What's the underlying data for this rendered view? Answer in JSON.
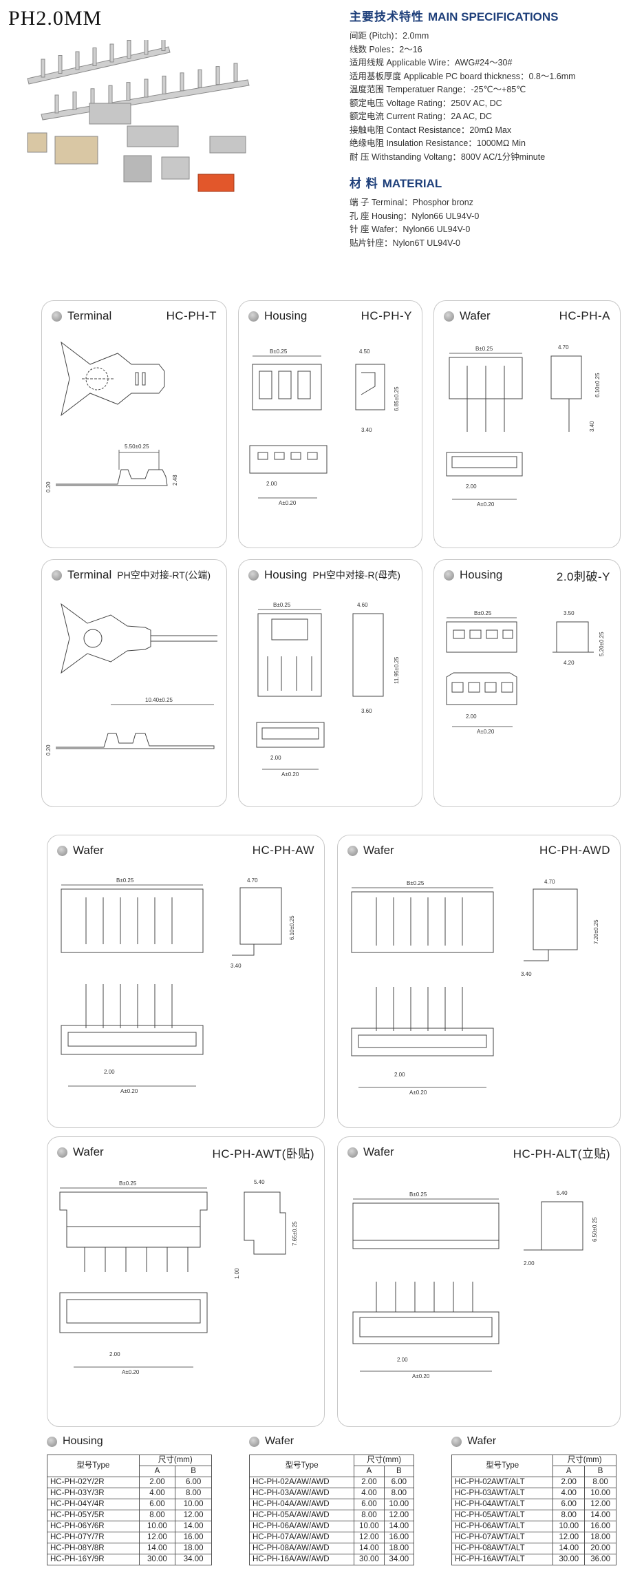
{
  "title": "PH2.0MM",
  "specs": {
    "heading_zh": "主要技术特性",
    "heading_en": "MAIN SPECIFICATIONS",
    "lines": [
      "间距 (Pitch)：2.0mm",
      "线数 Poles：2～16",
      "适用线规 Applicable Wire：AWG#24～30#",
      "适用基板厚度 Applicable PC board thickness：0.8～1.6mm",
      "温度范围 Temperatuer Range：-25℃～+85℃",
      "额定电压 Voltage Rating：250V AC, DC",
      "额定电流 Current Rating：2A AC, DC",
      "接触电阻 Contact Resistance：20mΩ  Max",
      "绝缘电阻 Insulation Resistance：1000MΩ  Min",
      "耐    压 Withstanding Voltang：800V AC/1分钟minute"
    ]
  },
  "material": {
    "heading_zh": "材    料",
    "heading_en": "MATERIAL",
    "lines": [
      "端    子 Terminal：Phosphor bronz",
      "孔    座 Housing：Nylon66  UL94V-0",
      "针    座 Wafer：Nylon66  UL94V-0",
      "贴片针座：Nylon6T  UL94V-0"
    ]
  },
  "panels": {
    "p1": {
      "name": "Terminal",
      "code": "HC-PH-T",
      "dims": [
        "5.50±0.25",
        "0.20",
        "2.48"
      ]
    },
    "p2": {
      "name": "Housing",
      "code": "HC-PH-Y",
      "dims": [
        "B±0.25",
        "4.50",
        "6.85±0.25",
        "3.40",
        "2.00",
        "A±0.20"
      ]
    },
    "p3": {
      "name": "Wafer",
      "code": "HC-PH-A",
      "dims": [
        "B±0.25",
        "4.70",
        "6.10±0.25",
        "3.40",
        "2.00",
        "A±0.20"
      ]
    },
    "p4": {
      "name": "Terminal",
      "code": "",
      "sub": "PH空中对接-RT(公端)",
      "dims": [
        "10.40±0.25",
        "0.20"
      ]
    },
    "p5": {
      "name": "Housing",
      "code": "",
      "sub": "PH空中对接-R(母壳)",
      "dims": [
        "B±0.25",
        "4.60",
        "11.95±0.25",
        "3.60",
        "2.00",
        "A±0.20"
      ]
    },
    "p6": {
      "name": "Housing",
      "code": "2.0刺破-Y",
      "dims": [
        "B±0.25",
        "3.50",
        "5.20±0.25",
        "4.20",
        "2.00",
        "A±0.20"
      ]
    },
    "p7": {
      "name": "Wafer",
      "code": "HC-PH-AW",
      "dims": [
        "B±0.25",
        "4.70",
        "6.10±0.25",
        "3.40",
        "2.00",
        "A±0.20"
      ]
    },
    "p8": {
      "name": "Wafer",
      "code": "HC-PH-AWD",
      "dims": [
        "B±0.25",
        "4.70",
        "7.20±0.25",
        "3.40",
        "2.00",
        "A±0.20"
      ]
    },
    "p9": {
      "name": "Wafer",
      "code": "HC-PH-AWT(卧贴)",
      "dims": [
        "B±0.25",
        "5.40",
        "7.65±0.25",
        "1.00",
        "2.00",
        "A±0.20"
      ]
    },
    "p10": {
      "name": "Wafer",
      "code": "HC-PH-ALT(立贴)",
      "dims": [
        "B±0.25",
        "5.40",
        "6.50±0.25",
        "2.00",
        "2.00",
        "A±0.20"
      ]
    }
  },
  "tables": [
    {
      "title": "Housing",
      "type_header": "型号Type",
      "size_header": "尺寸(mm)",
      "col_a": "A",
      "col_b": "B",
      "rows": [
        [
          "HC-PH-02Y/2R",
          "2.00",
          "6.00"
        ],
        [
          "HC-PH-03Y/3R",
          "4.00",
          "8.00"
        ],
        [
          "HC-PH-04Y/4R",
          "6.00",
          "10.00"
        ],
        [
          "HC-PH-05Y/5R",
          "8.00",
          "12.00"
        ],
        [
          "HC-PH-06Y/6R",
          "10.00",
          "14.00"
        ],
        [
          "HC-PH-07Y/7R",
          "12.00",
          "16.00"
        ],
        [
          "HC-PH-08Y/8R",
          "14.00",
          "18.00"
        ],
        [
          "HC-PH-16Y/9R",
          "30.00",
          "34.00"
        ]
      ]
    },
    {
      "title": "Wafer",
      "type_header": "型号Type",
      "size_header": "尺寸(mm)",
      "col_a": "A",
      "col_b": "B",
      "rows": [
        [
          "HC-PH-02A/AW/AWD",
          "2.00",
          "6.00"
        ],
        [
          "HC-PH-03A/AW/AWD",
          "4.00",
          "8.00"
        ],
        [
          "HC-PH-04A/AW/AWD",
          "6.00",
          "10.00"
        ],
        [
          "HC-PH-05A/AW/AWD",
          "8.00",
          "12.00"
        ],
        [
          "HC-PH-06A/AW/AWD",
          "10.00",
          "14.00"
        ],
        [
          "HC-PH-07A/AW/AWD",
          "12.00",
          "16.00"
        ],
        [
          "HC-PH-08A/AW/AWD",
          "14.00",
          "18.00"
        ],
        [
          "HC-PH-16A/AW/AWD",
          "30.00",
          "34.00"
        ]
      ]
    },
    {
      "title": "Wafer",
      "type_header": "型号Type",
      "size_header": "尺寸(mm)",
      "col_a": "A",
      "col_b": "B",
      "rows": [
        [
          "HC-PH-02AWT/ALT",
          "2.00",
          "8.00"
        ],
        [
          "HC-PH-03AWT/ALT",
          "4.00",
          "10.00"
        ],
        [
          "HC-PH-04AWT/ALT",
          "6.00",
          "12.00"
        ],
        [
          "HC-PH-05AWT/ALT",
          "8.00",
          "14.00"
        ],
        [
          "HC-PH-06AWT/ALT",
          "10.00",
          "16.00"
        ],
        [
          "HC-PH-07AWT/ALT",
          "12.00",
          "18.00"
        ],
        [
          "HC-PH-08AWT/ALT",
          "14.00",
          "20.00"
        ],
        [
          "HC-PH-16AWT/ALT",
          "30.00",
          "36.00"
        ]
      ]
    }
  ],
  "colors": {
    "heading_blue": "#1e3f7a",
    "housing_orange": "#e2572b",
    "part_beige": "#d9c7a4",
    "part_grey": "#b8b8b8"
  }
}
